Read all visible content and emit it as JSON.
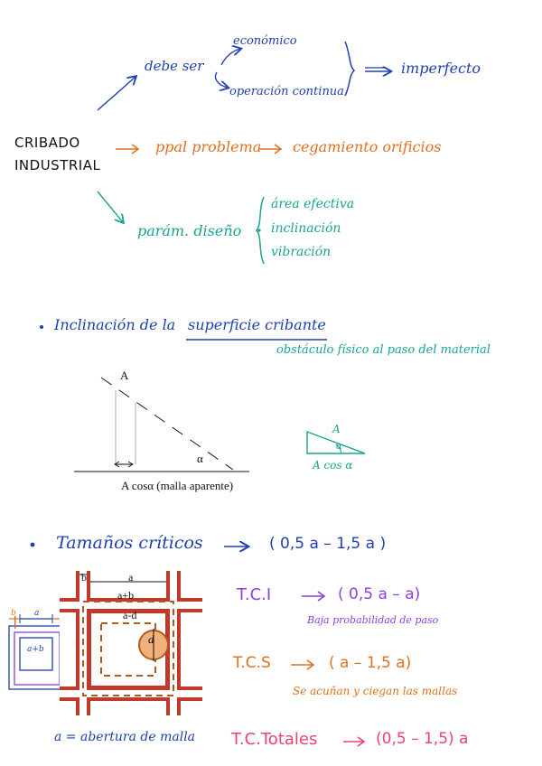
{
  "block1": {
    "root": "CRIBADO INDUSTRIAL",
    "root_line1": "CRIBADO",
    "root_line2": "INDUSTRIAL",
    "debe_ser": "debe ser",
    "economico": "económico",
    "operacion": "operación continua",
    "imperfecto": "imperfecto",
    "problem_label": "ppal problema",
    "problem_result": "cegamiento orificios",
    "param_label": "parám. diseño",
    "params": [
      "área efectiva",
      "inclinación",
      "vibración"
    ]
  },
  "block2": {
    "bullet": "Inclinación de la",
    "underlined": "superficie cribante",
    "note": "obstáculo físico al paso del material",
    "fig_label_A": "A",
    "fig_label_alpha": "α",
    "fig_caption": "A cosα  (malla aparente)",
    "mini_A": "A",
    "mini_alpha": "α",
    "mini_caption": "A cos α"
  },
  "block3": {
    "title": "Tamaños críticos",
    "range": "( 0,5 a  –  1,5 a )",
    "grid_b": "b",
    "grid_a": "a",
    "grid_apb": "a+b",
    "grid_amd": "a-d",
    "grid_d": "d",
    "small_b": "b",
    "small_a": "a",
    "small_apb": "a+b",
    "definition": "a = abertura de malla",
    "tci_label": "T.C.I",
    "tci_range": "( 0,5 a  –  a)",
    "tci_note": "Baja probabilidad de paso",
    "tcs_label": "T.C.S",
    "tcs_range": "( a  –  1,5 a)",
    "tcs_note": "Se acuñan y ciegan las mallas",
    "tct_label": "T.C.Totales",
    "tct_range": "(0,5  –  1,5) a"
  }
}
